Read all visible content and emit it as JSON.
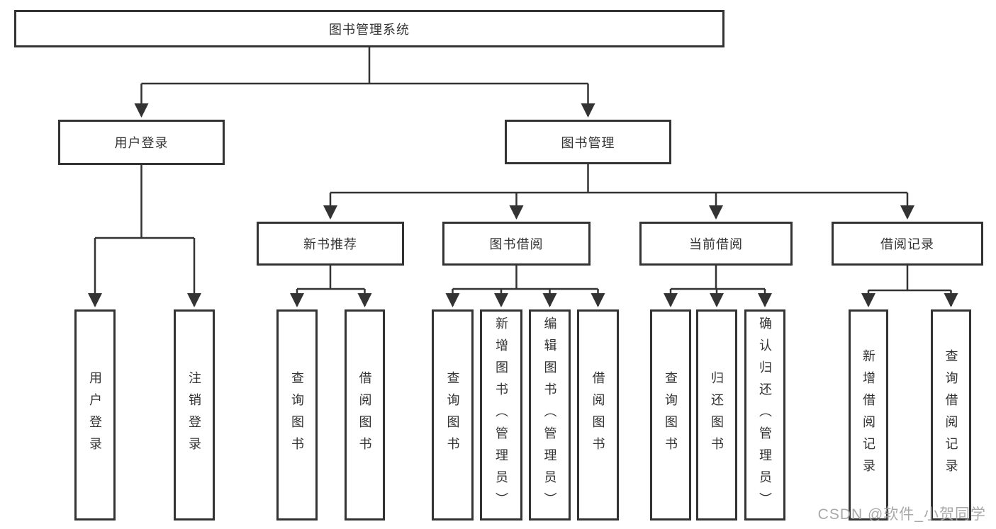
{
  "diagram": {
    "root": {
      "label": "图书管理系统",
      "children": [
        {
          "label": "用户登录",
          "children": [
            {
              "label": "用户登录"
            },
            {
              "label": "注销登录"
            }
          ]
        },
        {
          "label": "图书管理",
          "children": [
            {
              "label": "新书推荐",
              "children": [
                {
                  "label": "查询图书"
                },
                {
                  "label": "借阅图书"
                }
              ]
            },
            {
              "label": "图书借阅",
              "children": [
                {
                  "label": "查询图书"
                },
                {
                  "label": "新增图书（管理员）"
                },
                {
                  "label": "编辑图书（管理员）"
                },
                {
                  "label": "借阅图书"
                }
              ]
            },
            {
              "label": "当前借阅",
              "children": [
                {
                  "label": "查询图书"
                },
                {
                  "label": "归还图书"
                },
                {
                  "label": "确认归还（管理员）"
                }
              ]
            },
            {
              "label": "借阅记录",
              "children": [
                {
                  "label": "新增借阅记录"
                },
                {
                  "label": "查询借阅记录"
                }
              ]
            }
          ]
        }
      ]
    },
    "watermark": "CSDN @软件_小贺同学",
    "colors": {
      "line": "#333333",
      "box_border": "#333333",
      "text": "#333333",
      "watermark": "#a0a0a0",
      "background": "#ffffff"
    }
  }
}
